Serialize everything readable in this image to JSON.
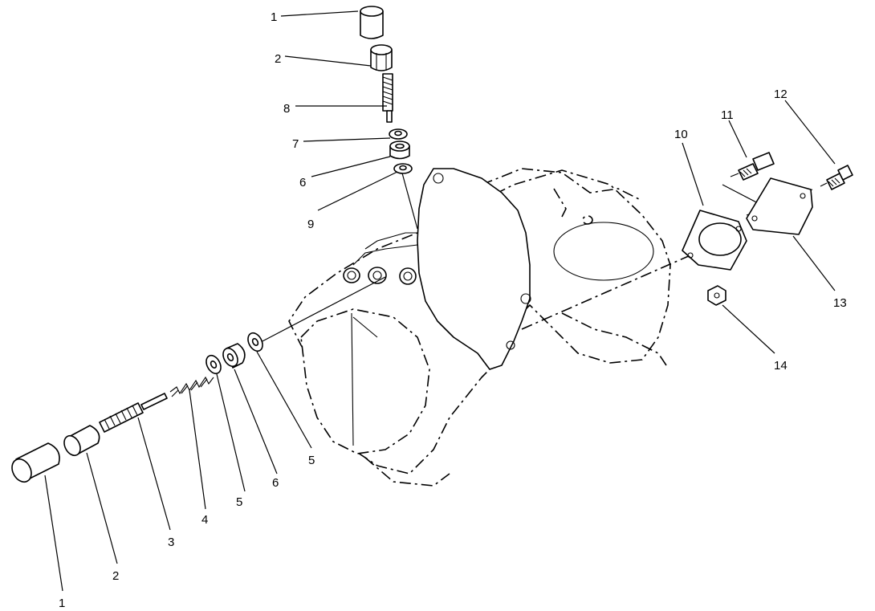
{
  "callouts": [
    {
      "id": "c1a",
      "text": "1"
    },
    {
      "id": "c2a",
      "text": "2"
    },
    {
      "id": "c8",
      "text": "8"
    },
    {
      "id": "c7",
      "text": "7"
    },
    {
      "id": "c6a",
      "text": "6"
    },
    {
      "id": "c9",
      "text": "9"
    },
    {
      "id": "c10",
      "text": "10"
    },
    {
      "id": "c11",
      "text": "11"
    },
    {
      "id": "c12",
      "text": "12"
    },
    {
      "id": "c13",
      "text": "13"
    },
    {
      "id": "c14",
      "text": "14"
    },
    {
      "id": "c5a",
      "text": "5"
    },
    {
      "id": "c6b",
      "text": "6"
    },
    {
      "id": "c5b",
      "text": "5"
    },
    {
      "id": "c4",
      "text": "4"
    },
    {
      "id": "c3",
      "text": "3"
    },
    {
      "id": "c2b",
      "text": "2"
    },
    {
      "id": "c1b",
      "text": "1"
    }
  ]
}
